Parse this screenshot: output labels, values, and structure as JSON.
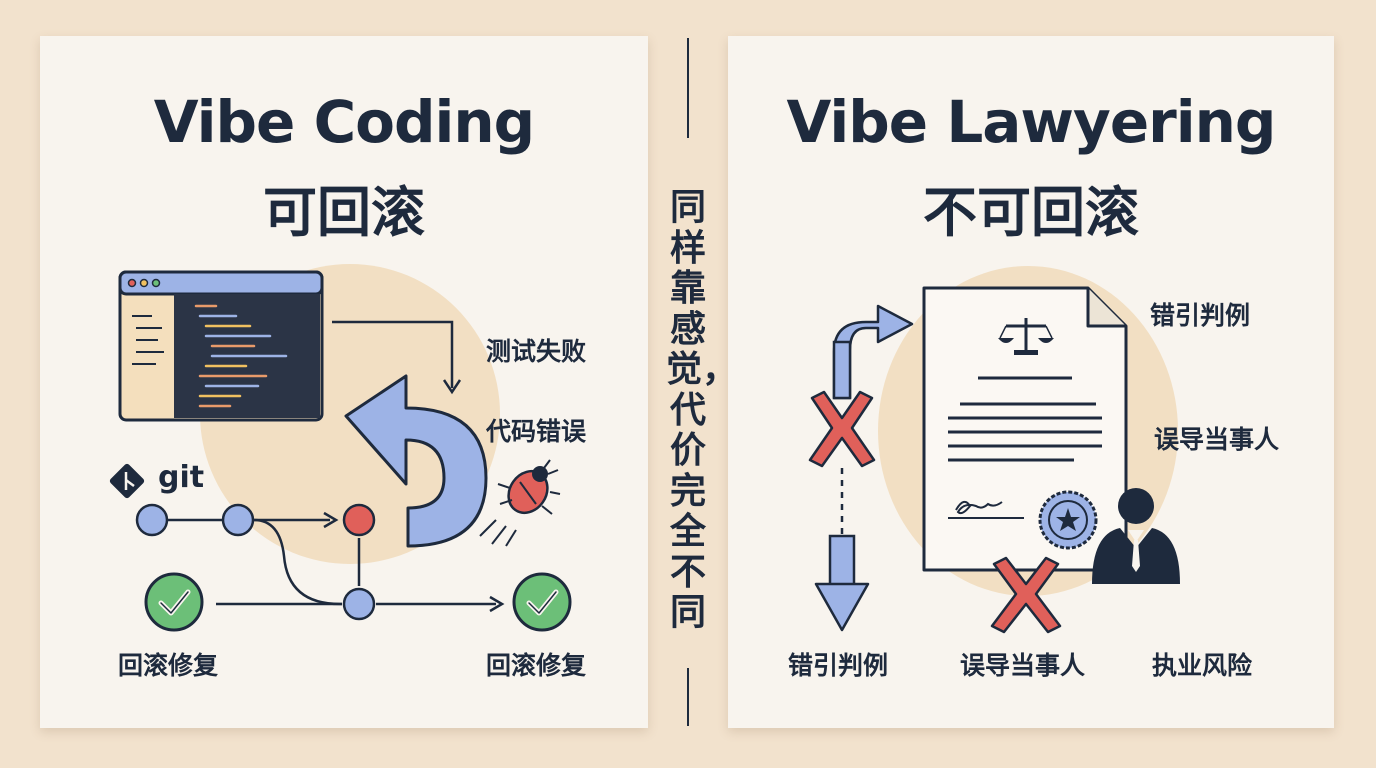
{
  "left": {
    "title_en": "Vibe Coding",
    "title_zh": "可回滚",
    "labels": {
      "test_fail": "测试失败",
      "code_error": "代码错误",
      "rollback_fix_1": "回滚修复",
      "rollback_fix_2": "回滚修复"
    },
    "git_label": "git",
    "icons": [
      "code-editor-icon",
      "undo-arrow-icon",
      "bug-icon",
      "git-logo-icon",
      "check-icon"
    ]
  },
  "divider_text": "同样靠感觉，代价完全不同",
  "right": {
    "title_en": "Vibe Lawyering",
    "title_zh": "不可回滚",
    "labels": {
      "wrong_case_top": "错引判例",
      "mislead_client_top": "误导当事人",
      "wrong_case_bottom": "错引判例",
      "mislead_client_bottom": "误导当事人",
      "practice_risk": "执业风险"
    },
    "icons": [
      "legal-document-icon",
      "scales-icon",
      "seal-icon",
      "lawyer-icon",
      "x-mark-icon",
      "broken-arrow-icon"
    ]
  },
  "colors": {
    "background": "#f2e2cd",
    "panel": "#f8f4ee",
    "navy": "#1e2a3d",
    "blue": "#9db3e6",
    "red": "#e0605a",
    "green": "#6cbf78"
  }
}
